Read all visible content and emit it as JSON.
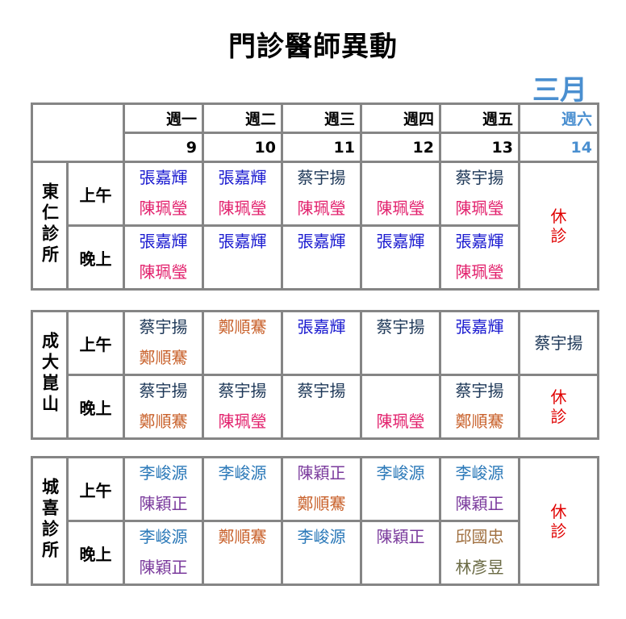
{
  "title": "門診醫師異動",
  "month": "三月",
  "colors": {
    "sat": "#4a8fd0",
    "closed": "#e00000",
    "border": "#858585"
  },
  "header": {
    "days": [
      {
        "label": "週一",
        "date": "9"
      },
      {
        "label": "週二",
        "date": "10"
      },
      {
        "label": "週三",
        "date": "11"
      },
      {
        "label": "週四",
        "date": "12"
      },
      {
        "label": "週五",
        "date": "13"
      },
      {
        "label": "週六",
        "date": "14",
        "highlight": true
      }
    ]
  },
  "doctor_colors": {
    "張嘉輝": "#1a1ad0",
    "陳珮瑩": "#e2206c",
    "蔡宇揚": "#1e3858",
    "鄭順騫": "#c8602a",
    "李峻源": "#2a78b8",
    "陳穎正": "#7a3a9c",
    "邱國忠": "#a07040",
    "林彥昱": "#6a6a44"
  },
  "clinics": [
    {
      "name": "東仁診所",
      "sessions": [
        {
          "label": "上午",
          "days": [
            [
              "張嘉輝",
              "陳珮瑩"
            ],
            [
              "張嘉輝",
              "陳珮瑩"
            ],
            [
              "蔡宇揚",
              "陳珮瑩"
            ],
            [
              "",
              "陳珮瑩"
            ],
            [
              "蔡宇揚",
              "陳珮瑩"
            ]
          ]
        },
        {
          "label": "晚上",
          "days": [
            [
              "張嘉輝",
              "陳珮瑩"
            ],
            [
              "張嘉輝"
            ],
            [
              "張嘉輝"
            ],
            [
              "張嘉輝"
            ],
            [
              "張嘉輝",
              "陳珮瑩"
            ]
          ]
        }
      ],
      "saturday": {
        "merged": true,
        "text": "休診",
        "closed": true
      }
    },
    {
      "name": "成大崑山",
      "sessions": [
        {
          "label": "上午",
          "days": [
            [
              "蔡宇揚",
              "鄭順騫"
            ],
            [
              "鄭順騫"
            ],
            [
              "張嘉輝"
            ],
            [
              "蔡宇揚"
            ],
            [
              "張嘉輝"
            ]
          ],
          "sat": {
            "text": "蔡宇揚"
          }
        },
        {
          "label": "晚上",
          "days": [
            [
              "蔡宇揚",
              "鄭順騫"
            ],
            [
              "蔡宇揚",
              "陳珮瑩"
            ],
            [
              "蔡宇揚"
            ],
            [
              "",
              "陳珮瑩"
            ],
            [
              "蔡宇揚",
              "鄭順騫"
            ]
          ],
          "sat": {
            "text": "休診",
            "closed": true
          }
        }
      ],
      "saturday": {
        "merged": false
      }
    },
    {
      "name": "城喜診所",
      "sessions": [
        {
          "label": "上午",
          "days": [
            [
              "李峻源",
              "陳穎正"
            ],
            [
              "李峻源"
            ],
            [
              "陳穎正",
              "鄭順騫"
            ],
            [
              "李峻源"
            ],
            [
              "李峻源",
              "陳穎正"
            ]
          ]
        },
        {
          "label": "晚上",
          "days": [
            [
              "李峻源",
              "陳穎正"
            ],
            [
              "鄭順騫"
            ],
            [
              "李峻源"
            ],
            [
              "陳穎正"
            ],
            [
              "邱國忠",
              "林彥昱"
            ]
          ]
        }
      ],
      "saturday": {
        "merged": true,
        "text": "休診",
        "closed": true
      }
    }
  ]
}
